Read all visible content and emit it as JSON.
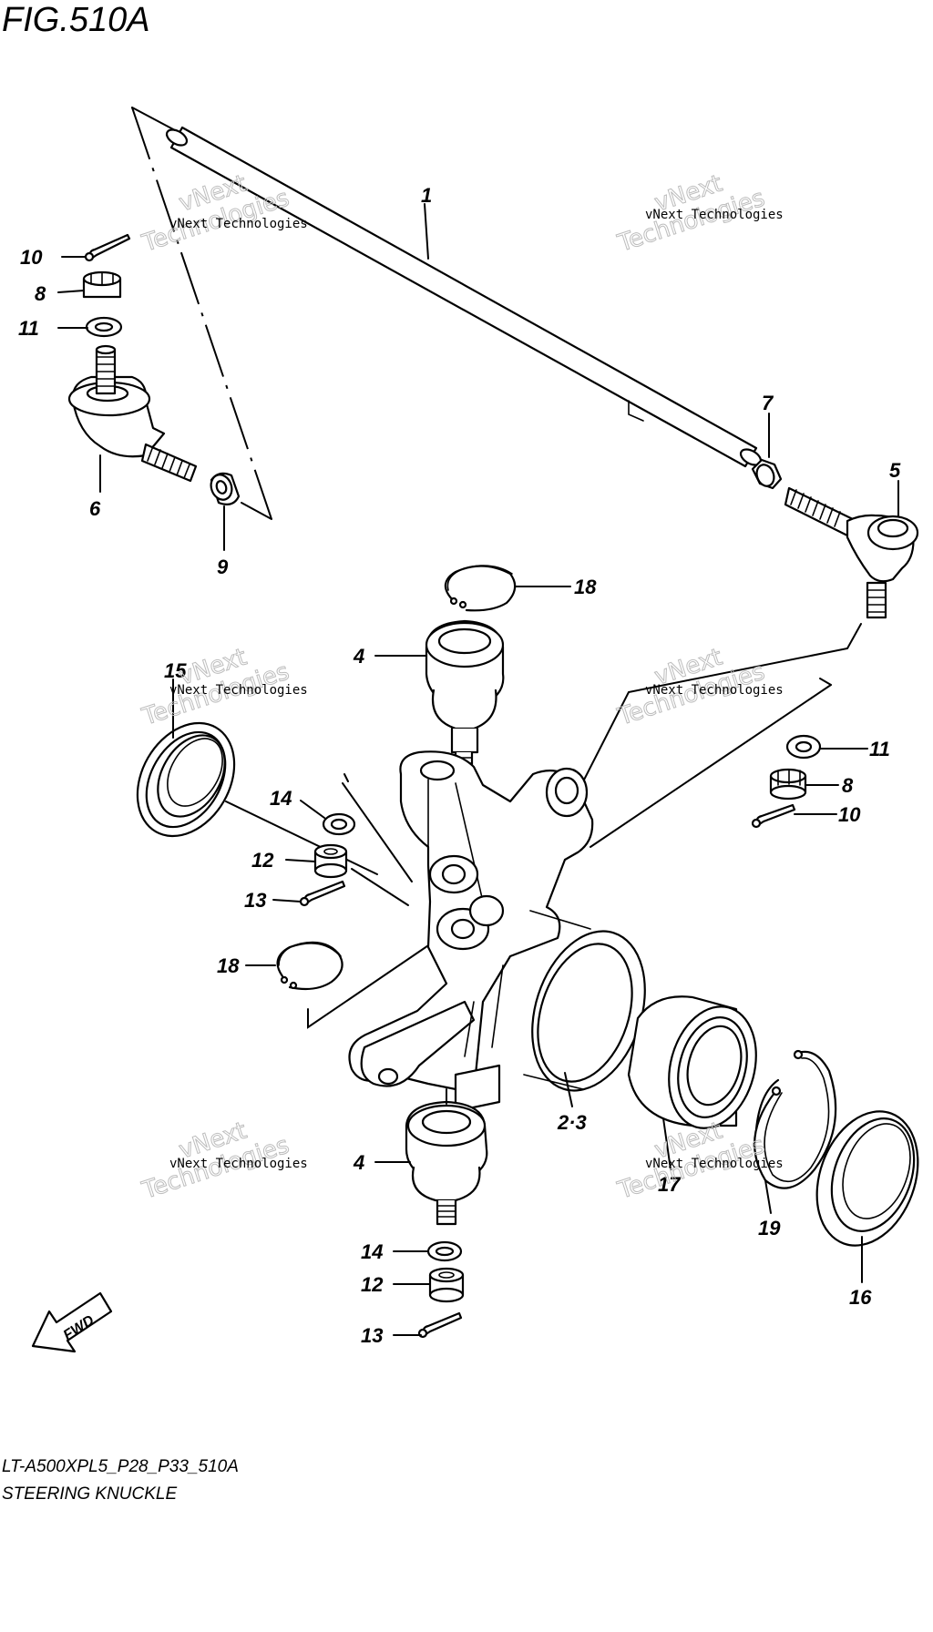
{
  "figure": {
    "title": "FIG.510A"
  },
  "footer": {
    "model_code": "LT-A500XPL5_P28_P33_510A",
    "name": "STEERING KNUCKLE"
  },
  "watermark": {
    "line1": "vNext Technologies",
    "line2": "vNext",
    "line3": "Technologies"
  },
  "direction": {
    "label": "FWD"
  },
  "callouts": {
    "c1": "1",
    "c2_3": "2·3",
    "c4a": "4",
    "c4b": "4",
    "c5": "5",
    "c6": "6",
    "c7": "7",
    "c8a": "8",
    "c8b": "8",
    "c9": "9",
    "c10a": "10",
    "c10b": "10",
    "c11a": "11",
    "c11b": "11",
    "c12a": "12",
    "c12b": "12",
    "c13a": "13",
    "c13b": "13",
    "c14a": "14",
    "c14b": "14",
    "c15": "15",
    "c16": "16",
    "c17": "17",
    "c18a": "18",
    "c18b": "18",
    "c19": "19"
  }
}
